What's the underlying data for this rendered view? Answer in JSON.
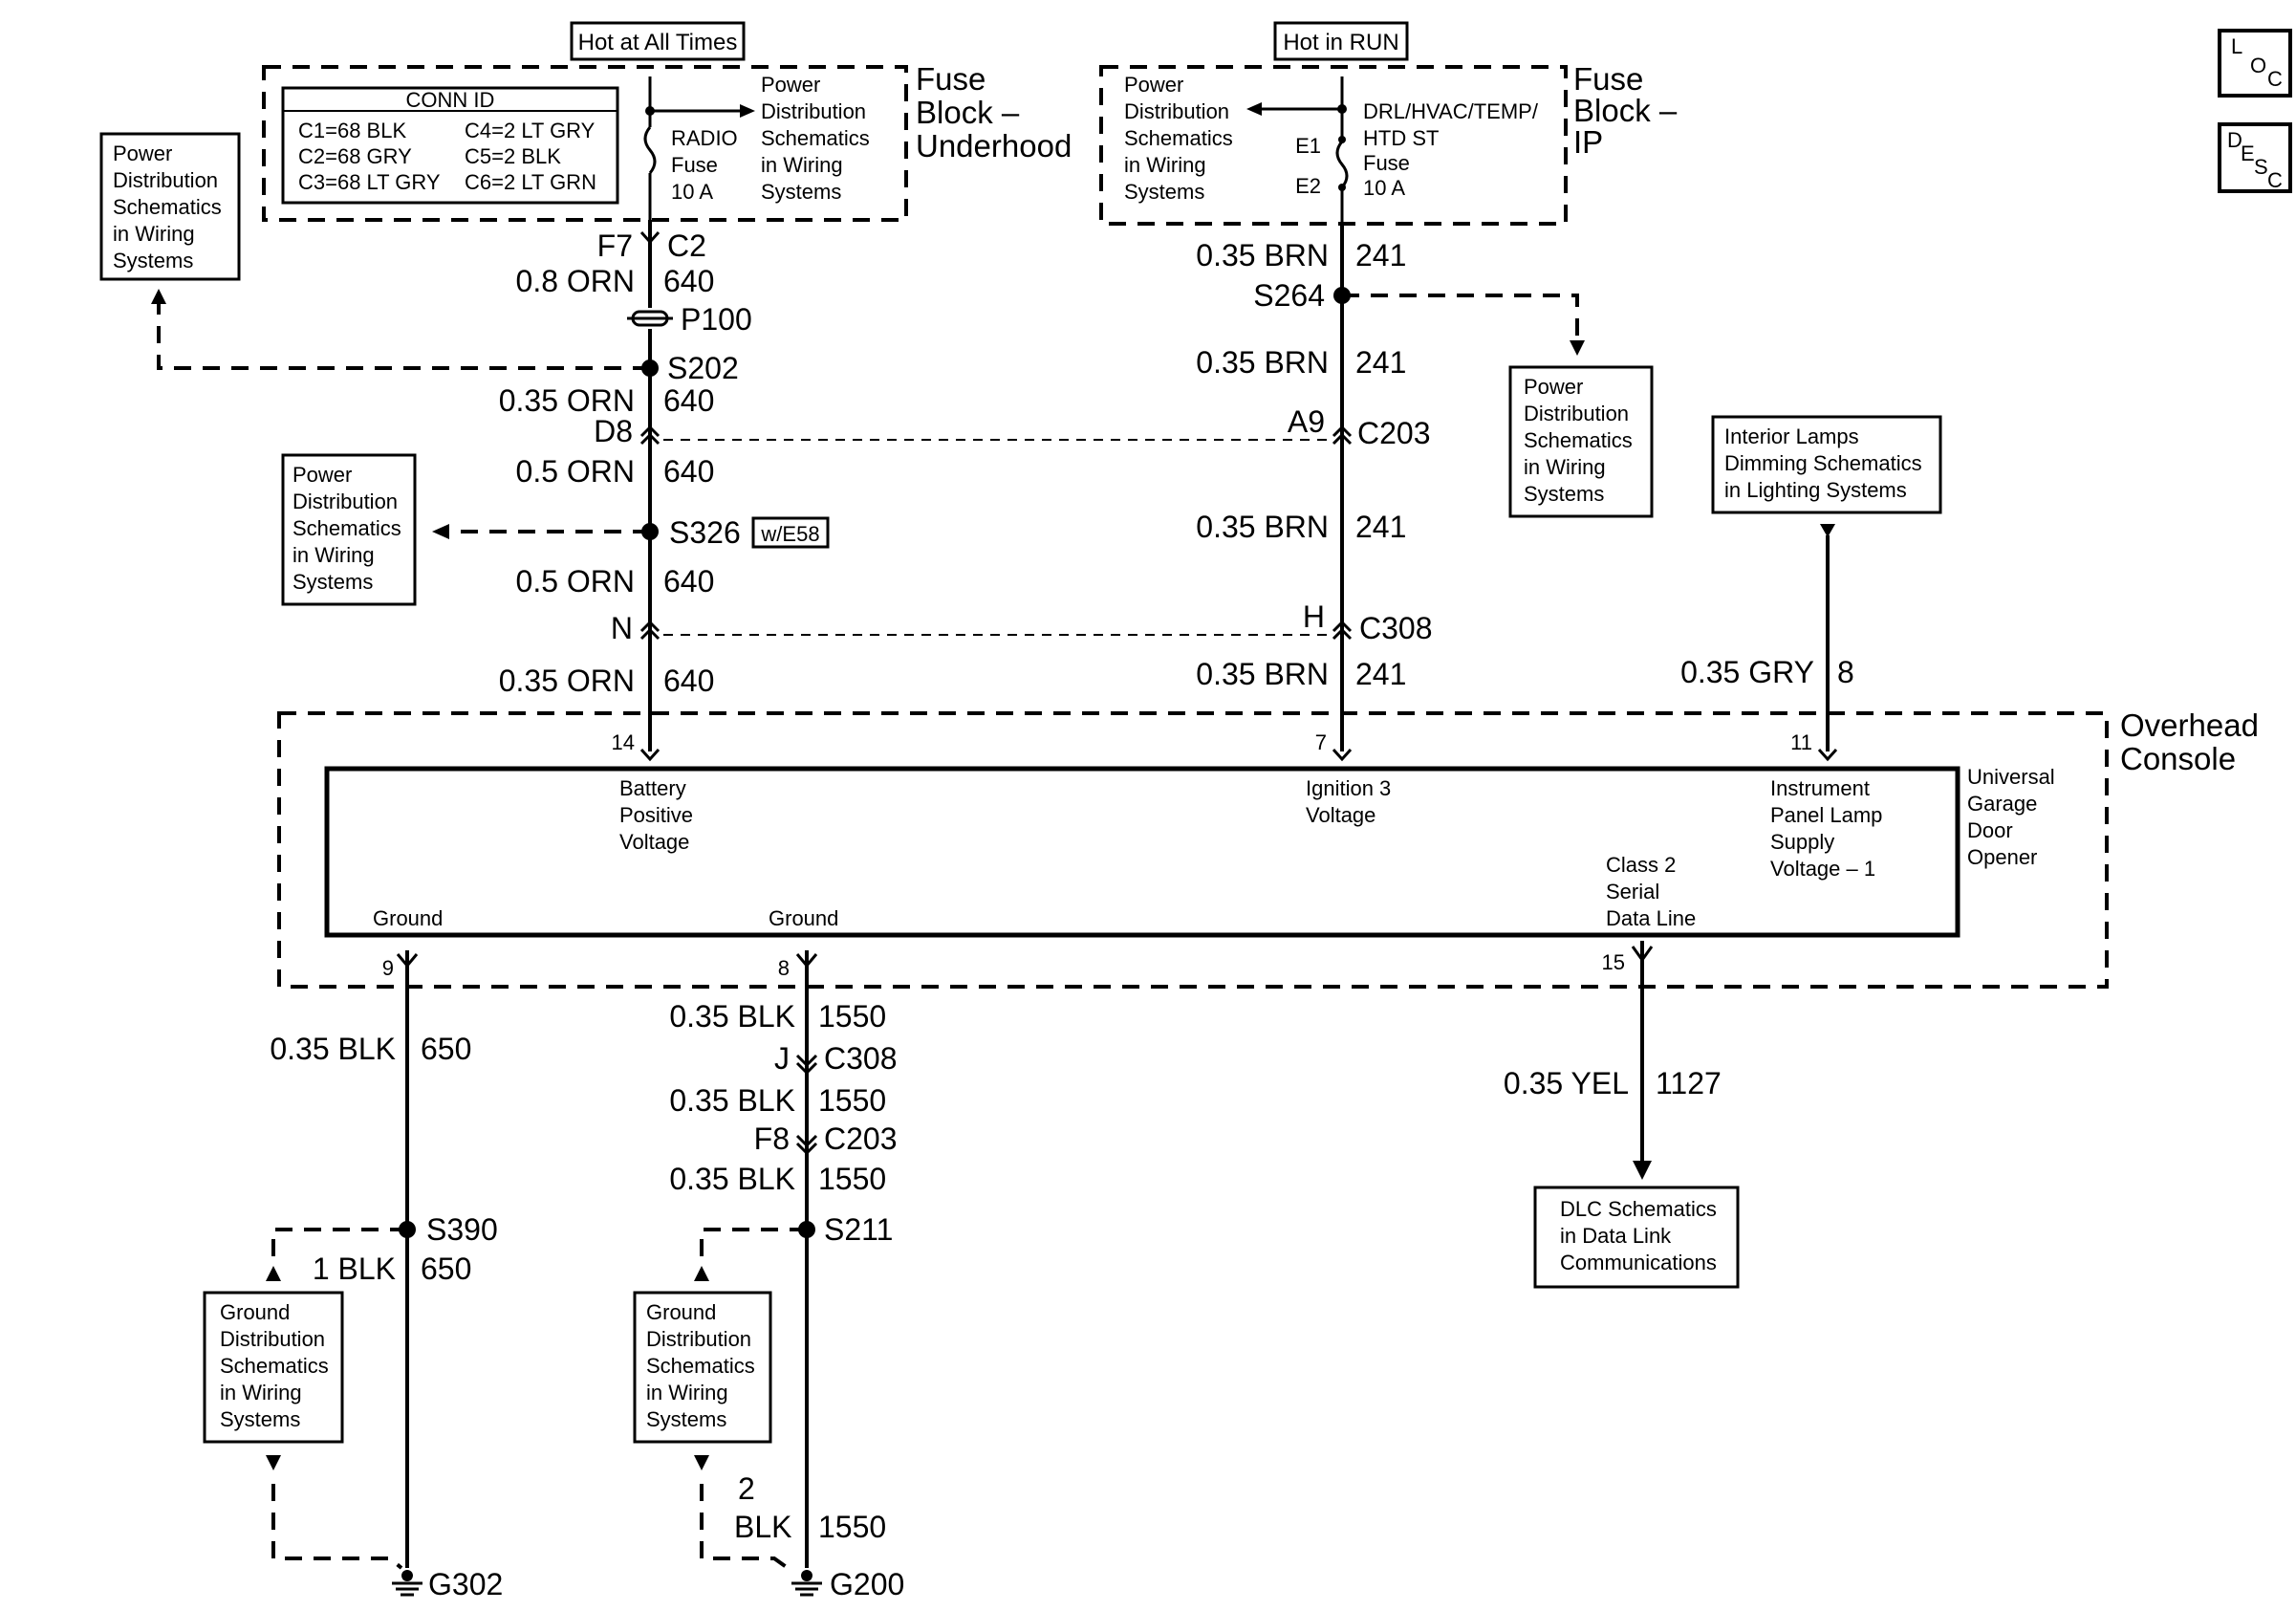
{
  "top_labels": {
    "hot_all_times": "Hot at All Times",
    "hot_in_run": "Hot in RUN"
  },
  "fuse_underhood": {
    "title_lines": [
      "Fuse",
      "Block –",
      "Underhood"
    ],
    "conn_id_title": "CONN ID",
    "conn_rows": [
      [
        "C1=68 BLK",
        "C4=2 LT GRY"
      ],
      [
        "C2=68 GRY",
        "C5=2 BLK"
      ],
      [
        "C3=68 LT GRY",
        "C6=2 LT GRN"
      ]
    ],
    "fuse_lines": [
      "RADIO",
      "Fuse",
      "10 A"
    ],
    "ref_lines": [
      "Power",
      "Distribution",
      "Schematics",
      "in Wiring",
      "Systems"
    ]
  },
  "fuse_ip": {
    "title_lines": [
      "Fuse",
      "Block –",
      "IP"
    ],
    "ref_lines": [
      "Power",
      "Distribution",
      "Schematics",
      "in Wiring",
      "Systems"
    ],
    "fuse_lines": [
      "DRL/HVAC/TEMP/",
      "HTD ST",
      "Fuse",
      "10 A"
    ],
    "pin_in": "E1",
    "pin_out": "E2"
  },
  "left_circuit": {
    "fuse_pin": "F7",
    "fuse_conn": "C2",
    "wires": [
      {
        "gauge": "0.8 ORN",
        "circuit": "640"
      },
      {
        "gauge": "0.35 ORN",
        "circuit": "640"
      },
      {
        "gauge": "0.5 ORN",
        "circuit": "640"
      },
      {
        "gauge": "0.5 ORN",
        "circuit": "640"
      },
      {
        "gauge": "0.35 ORN",
        "circuit": "640"
      }
    ],
    "p100": "P100",
    "s202": "S202",
    "d8": "D8",
    "s326": "S326",
    "opt": "w/E58",
    "n": "N"
  },
  "right_circuit": {
    "wires": [
      {
        "gauge": "0.35 BRN",
        "circuit": "241"
      },
      {
        "gauge": "0.35 BRN",
        "circuit": "241"
      },
      {
        "gauge": "0.35 BRN",
        "circuit": "241"
      },
      {
        "gauge": "0.35 BRN",
        "circuit": "241"
      }
    ],
    "s264": "S264",
    "a9": "A9",
    "c203": "C203",
    "h": "H",
    "c308": "C308"
  },
  "dimming": {
    "ref_lines": [
      "Interior Lamps",
      "Dimming Schematics",
      "in Lighting Systems"
    ],
    "wire": {
      "gauge": "0.35 GRY",
      "circuit": "8"
    }
  },
  "side_refs": {
    "left_top": [
      "Power",
      "Distribution",
      "Schematics",
      "in Wiring",
      "Systems"
    ],
    "left_mid": [
      "Power",
      "Distribution",
      "Schematics",
      "in Wiring",
      "Systems"
    ],
    "right_mid": [
      "Power",
      "Distribution",
      "Schematics",
      "in Wiring",
      "Systems"
    ]
  },
  "console": {
    "title_lines": [
      "Overhead",
      "Console"
    ],
    "module_lines": [
      "Universal",
      "Garage",
      "Door",
      "Opener"
    ],
    "pins": {
      "batt": "14",
      "ign": "7",
      "dim": "11",
      "gnd1": "9",
      "gnd2": "8",
      "data": "15"
    },
    "batt_lines": [
      "Battery",
      "Positive",
      "Voltage"
    ],
    "ign_lines": [
      "Ignition 3",
      "Voltage"
    ],
    "dim_lines": [
      "Instrument",
      "Panel Lamp",
      "Supply",
      "Voltage – 1"
    ],
    "data_lines": [
      "Class 2",
      "Serial",
      "Data Line"
    ],
    "ground_label": "Ground"
  },
  "bottom_left": {
    "wire1": {
      "gauge": "0.35 BLK",
      "circuit": "650"
    },
    "s390": "S390",
    "wire2": {
      "gauge": "1 BLK",
      "circuit": "650"
    },
    "ground": "G302",
    "ref_lines": [
      "Ground",
      "Distribution",
      "Schematics",
      "in Wiring",
      "Systems"
    ]
  },
  "bottom_mid": {
    "wire1": {
      "gauge": "0.35 BLK",
      "circuit": "1550"
    },
    "j": "J",
    "c308": "C308",
    "wire2": {
      "gauge": "0.35 BLK",
      "circuit": "1550"
    },
    "f8": "F8",
    "c203": "C203",
    "wire3": {
      "gauge": "0.35 BLK",
      "circuit": "1550"
    },
    "s211": "S211",
    "wire4_gauge_lines": [
      "2",
      "BLK"
    ],
    "wire4_circuit": "1550",
    "ground": "G200",
    "ref_lines": [
      "Ground",
      "Distribution",
      "Schematics",
      "in Wiring",
      "Systems"
    ]
  },
  "data_link": {
    "wire": {
      "gauge": "0.35 YEL",
      "circuit": "1127"
    },
    "ref_lines": [
      "DLC Schematics",
      "in Data Link",
      "Communications"
    ]
  },
  "corner": {
    "loc": [
      "L",
      "O",
      "C"
    ],
    "desc": [
      "D",
      "E",
      "S",
      "C"
    ]
  }
}
